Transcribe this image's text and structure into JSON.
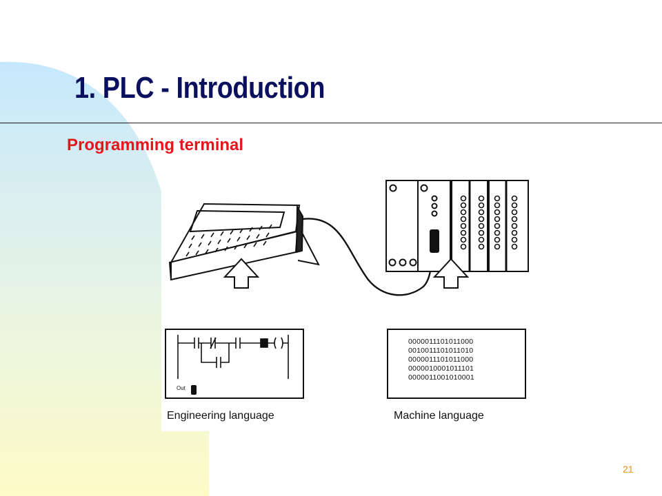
{
  "slide": {
    "title": "1. PLC - Introduction",
    "subtitle": "Programming terminal",
    "page_number": "21",
    "colors": {
      "title": "#0a0f5e",
      "subtitle": "#e8131b",
      "page_number": "#e8901a",
      "background_gradient_top": "#c9e9fb",
      "background_gradient_bottom": "#fdfbc7"
    }
  },
  "figure": {
    "left_label": "Engineering language",
    "right_label": "Machine language",
    "out_label": "Out",
    "machine_code": [
      "0000011101011000",
      "0010011101011010",
      "0000011101011000",
      "0000010001011101",
      "0000011001010001"
    ]
  }
}
